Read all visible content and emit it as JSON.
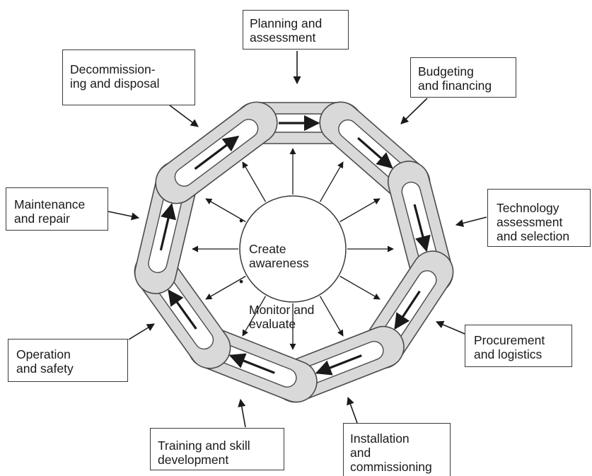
{
  "stages": {
    "planning": "Planning and\nassessment",
    "budgeting": "Budgeting\nand financing",
    "technology": "Technology\nassessment\nand selection",
    "procurement": "Procurement\nand logistics",
    "installation": "Installation\nand\ncommissioning",
    "training": "Training and skill\ndevelopment",
    "operation": "Operation\nand safety",
    "maintenance": "Maintenance\nand repair",
    "decommissioning": "Decommission-\ning and disposal"
  },
  "center": {
    "items": [
      "Create\nawareness",
      "Monitor and\nevaluate"
    ]
  },
  "colors": {
    "link_fill": "#d9d9d9",
    "link_stroke": "#4a4a4a",
    "arrow": "#1a1a1a",
    "box_border": "#3a3a3a"
  }
}
